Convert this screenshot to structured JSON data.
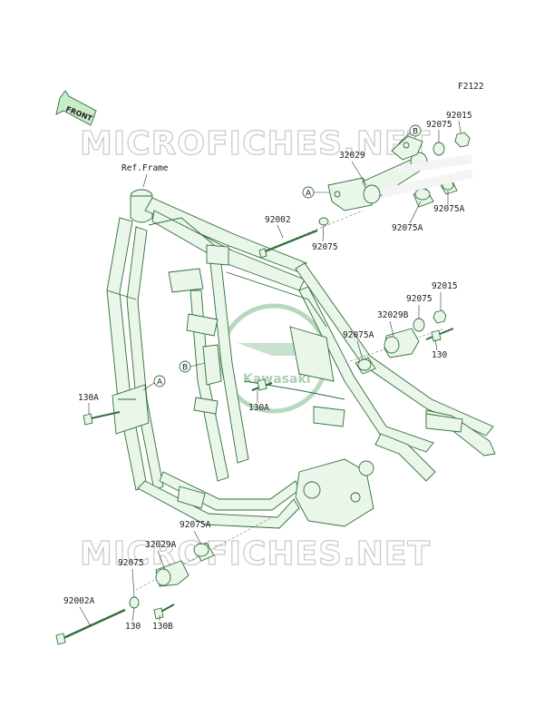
{
  "diagram_code": "F2122",
  "front_label": "FRONT",
  "watermark": "MICROFICHES.NET",
  "logo_text": "Kawasaki",
  "ref_frame": "Ref.Frame",
  "callouts": {
    "a": "A",
    "b": "B"
  },
  "parts": {
    "p92015_top": "92015",
    "p92075_top": "92075",
    "p32029": "32029",
    "p92002": "92002",
    "p92075_mid": "92075",
    "p92075a_top_left": "92075A",
    "p92075a_top_right": "92075A",
    "p92015_right": "92015",
    "p92075_right": "92075",
    "p32029b": "32029B",
    "p92075a_right": "92075A",
    "p130_right": "130",
    "p130a_center": "130A",
    "p130a_left": "130A",
    "p92075a_bottom": "92075A",
    "p32029a": "32029A",
    "p92075_bottom": "92075",
    "p92002a": "92002A",
    "p130_bottom": "130",
    "p130b": "130B"
  },
  "colors": {
    "part_fill": "#e9f6e9",
    "part_stroke": "#2f6e3a",
    "watermark": "#c8c8c8"
  }
}
